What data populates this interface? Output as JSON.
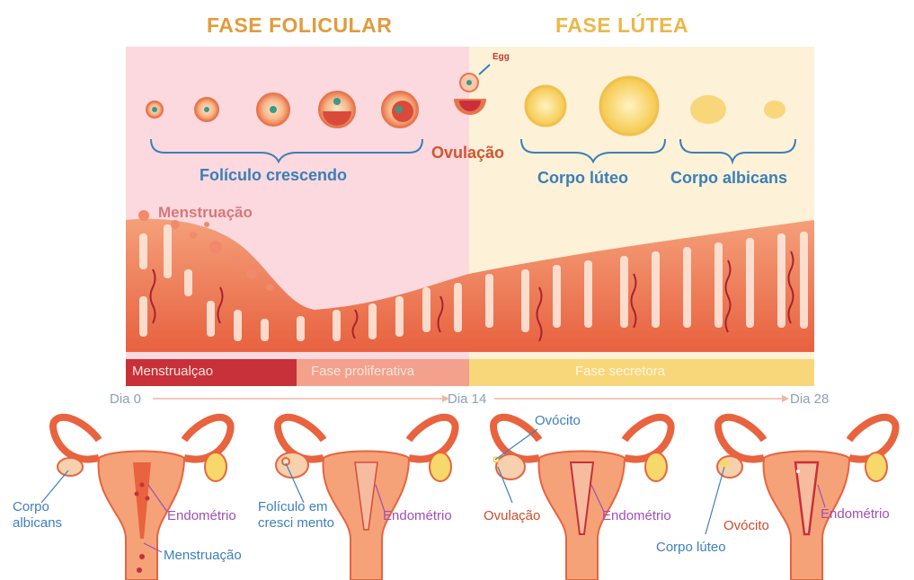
{
  "phases": {
    "follicular_title": "FASE FOLICULAR",
    "luteal_title": "FASE LÚTEA",
    "follicular_color": "#e29b3c",
    "luteal_color": "#eab84a"
  },
  "ovary_labels": {
    "egg": "Egg",
    "growing_follicle": "Folículo crescendo",
    "ovulation": "Ovulação",
    "corpus_luteum": "Corpo lúteo",
    "corpus_albicans": "Corpo albicans"
  },
  "endometrium": {
    "menstruation_label": "Menstruação"
  },
  "phase_bar": {
    "menstruation": "Menstrualçao",
    "proliferative": "Fase proliferativa",
    "secretory": "Fase secretora",
    "colors": {
      "menstruation": "#c8303a",
      "proliferative": "#f3a08c",
      "secretory": "#f7d77a"
    }
  },
  "timeline": {
    "day0": "Dia 0",
    "day14": "Dia 14",
    "day28": "Dia 28"
  },
  "uterus_panels": [
    {
      "labels": {
        "a": "Corpo",
        "b": "albicans",
        "endometrium": "Endométrio",
        "menstruation": "Menstruação"
      }
    },
    {
      "labels": {
        "a": "Folículo em",
        "b": "cresci mento",
        "endometrium": "Endométrio"
      }
    },
    {
      "labels": {
        "oocyte": "Ovócito",
        "ovulation": "Ovulação",
        "endometrium": "Endométrio"
      }
    },
    {
      "labels": {
        "oocyte": "Ovócito",
        "corpus_luteum": "Corpo lúteo",
        "endometrium": "Endométrio"
      }
    }
  ]
}
